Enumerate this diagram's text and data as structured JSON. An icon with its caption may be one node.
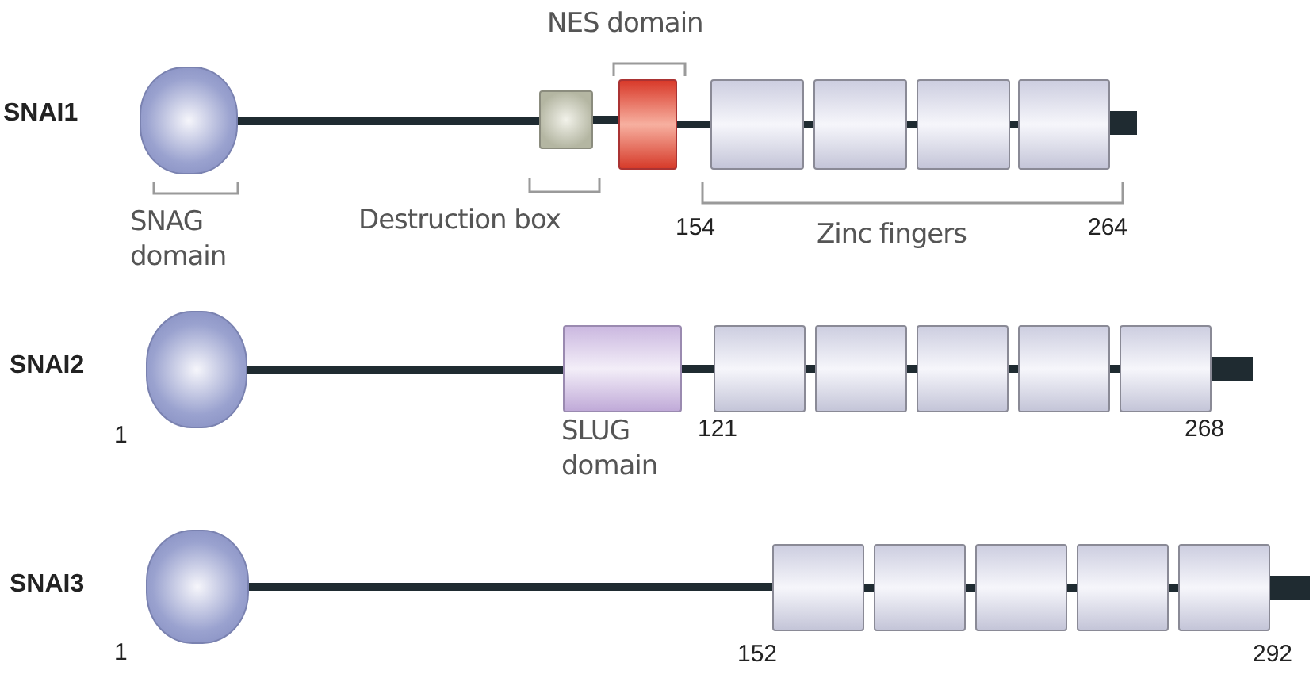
{
  "diagram": {
    "nodes": [
      {
        "text": [],
        "shape": "circle"
      },
      {
        "text": [],
        "shape": "box"
      },
      {
        "text": [],
        "shape": "box"
      },
      {
        "text": [],
        "shape": "box"
      },
      {
        "text": [],
        "shape": "box"
      },
      {
        "text": [],
        "shape": "box"
      },
      {
        "text": [],
        "shape": "box"
      },
      {
        "text": [],
        "shape": "circle"
      },
      {
        "text": [],
        "shape": "box"
      },
      {
        "text": [],
        "shape": "box"
      },
      {
        "text": [],
        "shape": "box"
      },
      {
        "text": [],
        "shape": "box"
      },
      {
        "text": [],
        "shape": "box"
      },
      {
        "text": [],
        "shape": "box"
      },
      {
        "text": [],
        "shape": "circle"
      },
      {
        "text": [],
        "shape": "box"
      },
      {
        "text": [],
        "shape": "box"
      },
      {
        "text": [],
        "shape": "box"
      },
      {
        "text": [],
        "shape": "box"
      },
      {
        "text": [],
        "shape": "box"
      }
    ],
    "edges": [
      {
        "from": 0,
        "to": 1,
        "arrow": "none"
      },
      {
        "from": 1,
        "to": 2,
        "arrow": "none"
      },
      {
        "from": 2,
        "to": 3,
        "arrow": "none"
      },
      {
        "from": 3,
        "to": 4,
        "arrow": "none"
      },
      {
        "from": 4,
        "to": 5,
        "arrow": "none"
      },
      {
        "from": 5,
        "to": 6,
        "arrow": "none"
      },
      {
        "from": 7,
        "to": 8,
        "arrow": "none"
      },
      {
        "from": 8,
        "to": 9,
        "arrow": "none"
      },
      {
        "from": 9,
        "to": 10,
        "arrow": "none"
      },
      {
        "from": 10,
        "to": 11,
        "arrow": "none"
      },
      {
        "from": 11,
        "to": 12,
        "arrow": "none"
      },
      {
        "from": 12,
        "to": 13,
        "arrow": "none"
      },
      {
        "from": 14,
        "to": 15,
        "arrow": "none"
      },
      {
        "from": 15,
        "to": 16,
        "arrow": "none"
      },
      {
        "from": 16,
        "to": 17,
        "arrow": "none"
      },
      {
        "from": 17,
        "to": 18,
        "arrow": "none"
      },
      {
        "from": 18,
        "to": 19,
        "arrow": "none"
      }
    ],
    "labels": [
      "NES domain",
      "SNAI1",
      "SNAG domain",
      "Destruction box",
      "154",
      "Zinc fingers",
      "264",
      "SNAI2",
      "1",
      "SLUG domain",
      "121",
      "268",
      "SNAI3",
      "1",
      "152",
      "292"
    ]
  }
}
